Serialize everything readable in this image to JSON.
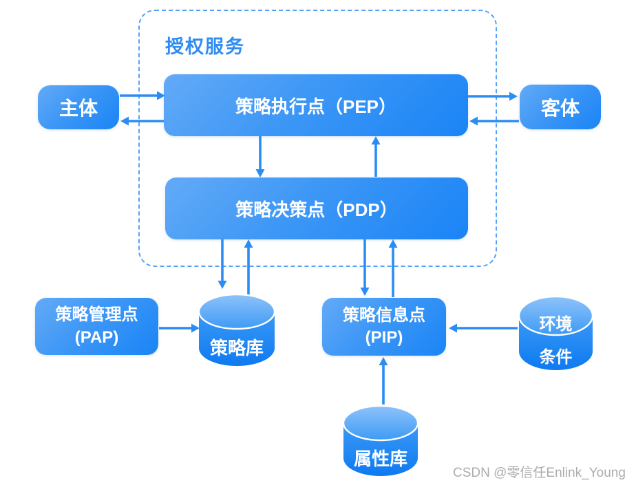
{
  "diagram": {
    "title": "授权服务",
    "nodes": {
      "subject": "主体",
      "object": "客体",
      "pep": "策略执行点（PEP）",
      "pdp": "策略决策点（PDP）",
      "pap_line1": "策略管理点",
      "pap_line2": "(PAP)",
      "pip_line1": "策略信息点",
      "pip_line2": "(PIP)",
      "policy_store": "策略库",
      "env_line1": "环境",
      "env_line2": "条件",
      "attribute_store": "属性库"
    },
    "colors": {
      "box_gradient_start": "#63AAF7",
      "box_gradient_end": "#1A84F6",
      "arrow": "#2B8CF3",
      "dashed_border": "#55A2F6",
      "title_text": "#2F8CF2",
      "label_text": "#FFFFFF",
      "watermark_text": "#ACACAC"
    }
  },
  "watermark": "CSDN @零信任Enlink_Young"
}
